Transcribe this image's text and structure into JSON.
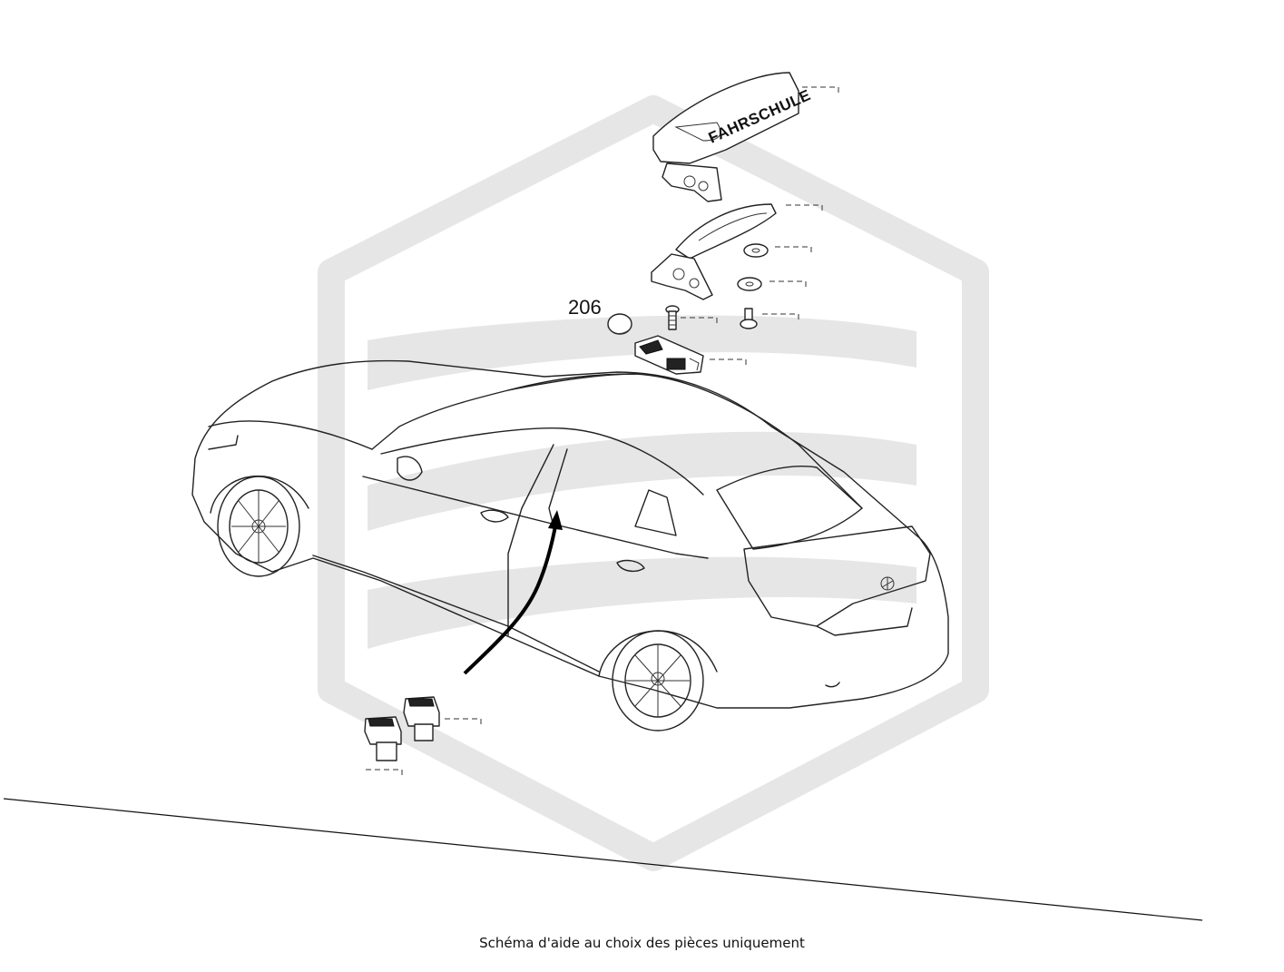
{
  "diagram": {
    "part_labels": {
      "cap": "206"
    },
    "sign_lettering": "FAHRSCHULE",
    "caption": "Schéma d'aide au choix des pièces uniquement"
  }
}
